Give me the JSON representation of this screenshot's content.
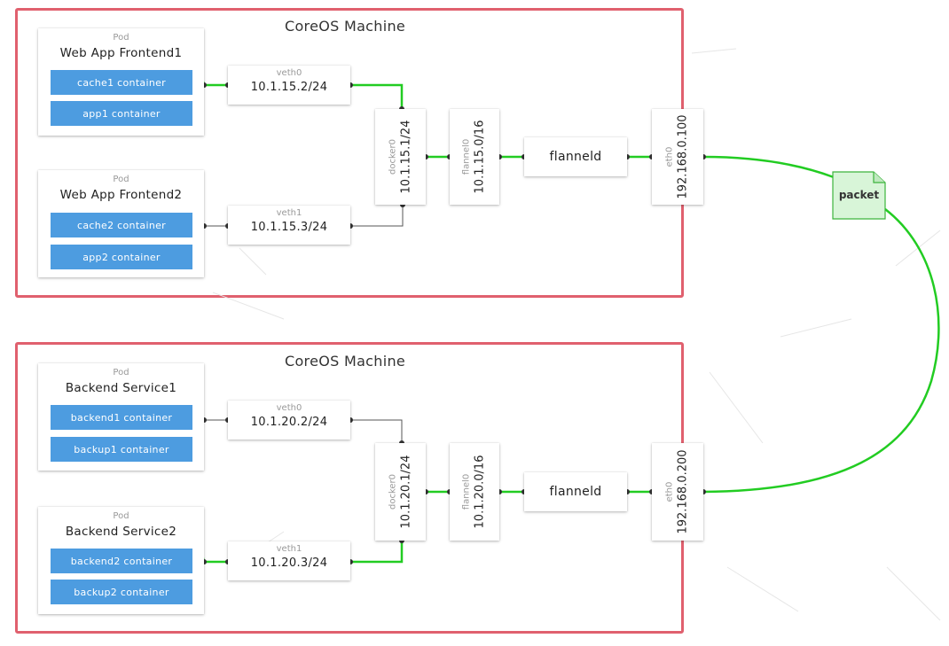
{
  "machines": [
    {
      "title": "CoreOS Machine",
      "pods": [
        {
          "tag": "Pod",
          "name": "Web App Frontend1",
          "containers": [
            "cache1 container",
            "app1 container"
          ]
        },
        {
          "tag": "Pod",
          "name": "Web App Frontend2",
          "containers": [
            "cache2 container",
            "app2 container"
          ]
        }
      ],
      "veths": [
        {
          "name": "veth0",
          "ip": "10.1.15.2/24"
        },
        {
          "name": "veth1",
          "ip": "10.1.15.3/24"
        }
      ],
      "docker": {
        "name": "docker0",
        "ip": "10.1.15.1/24"
      },
      "flannel_iface": {
        "name": "flannel0",
        "ip": "10.1.15.0/16"
      },
      "flanneld": "flanneld",
      "eth": {
        "name": "eth0",
        "ip": "192.168.0.100"
      }
    },
    {
      "title": "CoreOS Machine",
      "pods": [
        {
          "tag": "Pod",
          "name": "Backend Service1",
          "containers": [
            "backend1 container",
            "backup1 container"
          ]
        },
        {
          "tag": "Pod",
          "name": "Backend Service2",
          "containers": [
            "backend2 container",
            "backup2 container"
          ]
        }
      ],
      "veths": [
        {
          "name": "veth0",
          "ip": "10.1.20.2/24"
        },
        {
          "name": "veth1",
          "ip": "10.1.20.3/24"
        }
      ],
      "docker": {
        "name": "docker0",
        "ip": "10.1.20.1/24"
      },
      "flannel_iface": {
        "name": "flannel0",
        "ip": "10.1.20.0/16"
      },
      "flanneld": "flanneld",
      "eth": {
        "name": "eth0",
        "ip": "192.168.0.200"
      }
    }
  ],
  "packet": {
    "label": "packet"
  },
  "colors": {
    "machine_border": "#e0606e",
    "container_fill": "#4d9ce0",
    "active_wire": "#22cc22",
    "inactive_wire": "#555555",
    "packet_fill": "#d8f5d8",
    "packet_border": "#3cb43c"
  }
}
